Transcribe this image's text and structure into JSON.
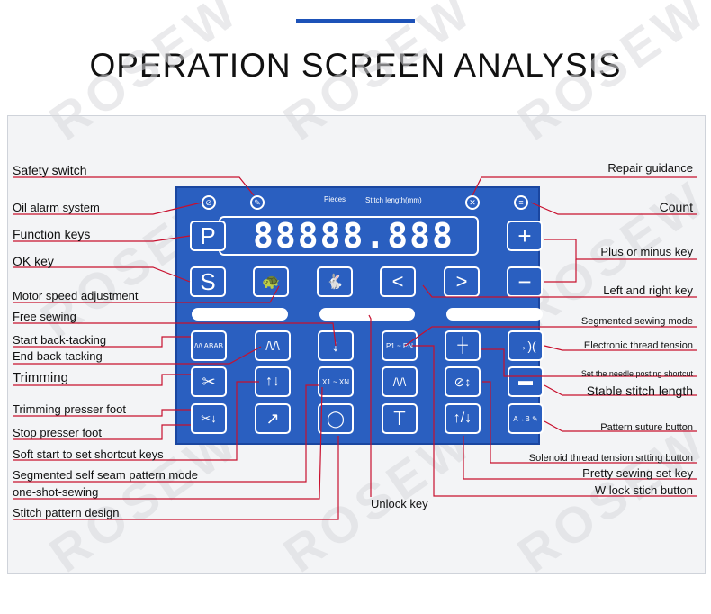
{
  "title": "OPERATION SCREEN ANALYSIS",
  "watermark": "ROSEW",
  "screen": {
    "header_pieces": "Pieces",
    "header_stitch": "Stitch length(mm)",
    "digits": "88888.888",
    "keys": {
      "p": "P",
      "s": "S",
      "plus": "+",
      "minus": "−",
      "left": "<",
      "right": ">",
      "t": "T",
      "p1pn": "P1 ~ PN",
      "x1xn": "X1 ~ XN"
    }
  },
  "labels_left": [
    "Safety switch",
    "Oil alarm system",
    "Function keys",
    "OK key",
    "Motor speed adjustment",
    "Free sewing",
    "Start back-tacking",
    "End back-tacking",
    "Trimming",
    "Trimming presser foot",
    "Stop presser foot",
    "Soft start to set shortcut keys",
    "Segmented self seam pattern mode",
    "one-shot-sewing",
    "Stitch pattern design"
  ],
  "labels_right": [
    "Repair guidance",
    "Count",
    "Plus or minus key",
    "Left and right key",
    "Segmented sewing mode",
    "Electronic thread tension",
    "Set the needle posting shortcut",
    "Stable stitch length",
    "Pattern suture button",
    "Solenoid thread tension srtting button",
    "Pretty sewing set key",
    "W lock stich button"
  ],
  "label_bottom": "Unlock key"
}
